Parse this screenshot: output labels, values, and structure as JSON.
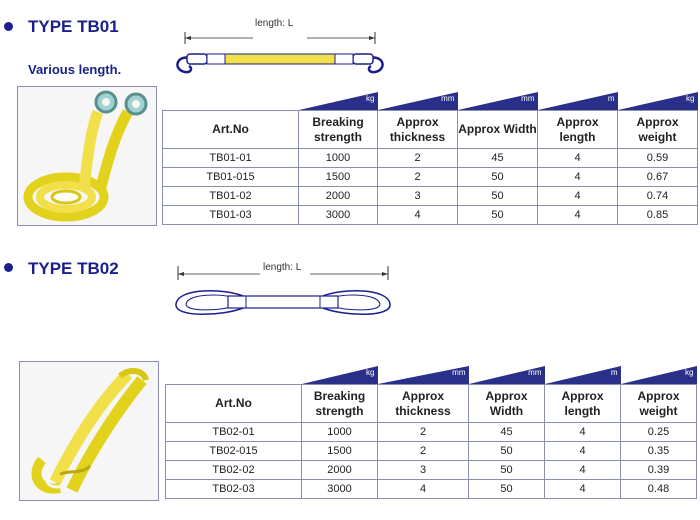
{
  "sections": [
    {
      "title": "TYPE TB01",
      "subtitle": "Various length.",
      "diagram_label": "length: L",
      "units": [
        "kg",
        "mm",
        "mm",
        "m",
        "kg"
      ],
      "headers": [
        "Art.No",
        "Breaking strength",
        "Approx thickness",
        "Approx Width",
        "Approx length",
        "Approx weight"
      ],
      "rows": [
        [
          "TB01-01",
          "1000",
          "2",
          "45",
          "4",
          "0.59"
        ],
        [
          "TB01-015",
          "1500",
          "2",
          "50",
          "4",
          "0.67"
        ],
        [
          "TB01-02",
          "2000",
          "3",
          "50",
          "4",
          "0.74"
        ],
        [
          "TB01-03",
          "3000",
          "4",
          "50",
          "4",
          "0.85"
        ]
      ]
    },
    {
      "title": "TYPE TB02",
      "diagram_label": "length: L",
      "units": [
        "kg",
        "mm",
        "mm",
        "m",
        "kg"
      ],
      "headers": [
        "Art.No",
        "Breaking strength",
        "Approx thickness",
        "Approx Width",
        "Approx length",
        "Approx weight"
      ],
      "rows": [
        [
          "TB02-01",
          "1000",
          "2",
          "45",
          "4",
          "0.25"
        ],
        [
          "TB02-015",
          "1500",
          "2",
          "50",
          "4",
          "0.35"
        ],
        [
          "TB02-02",
          "2000",
          "3",
          "50",
          "4",
          "0.39"
        ],
        [
          "TB02-03",
          "3000",
          "4",
          "50",
          "4",
          "0.48"
        ]
      ]
    }
  ],
  "colors": {
    "title": "#1a1f8c",
    "unit_tab": "#2a2f8a",
    "strap": "#f2e04a",
    "border": "#8a8fb0"
  }
}
